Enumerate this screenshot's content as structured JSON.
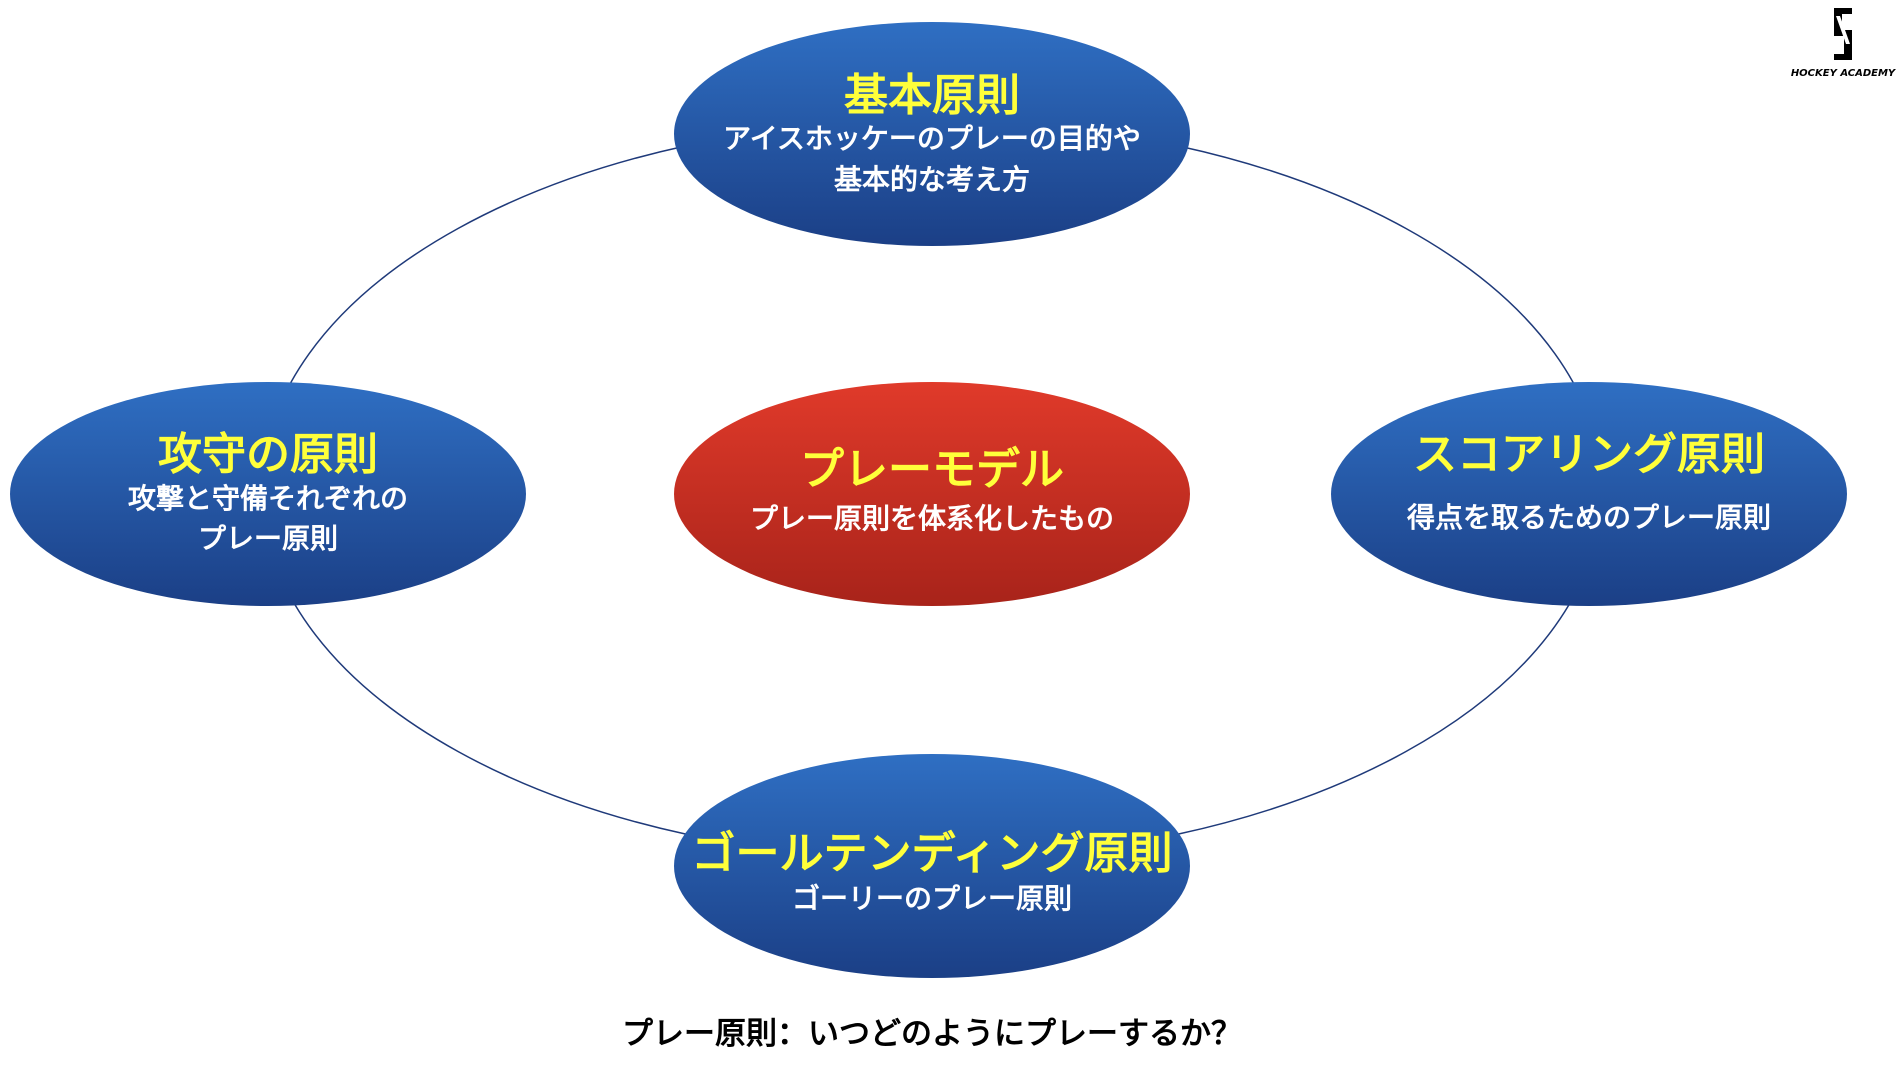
{
  "logo": {
    "text": "HOCKEY ACADEMY"
  },
  "colors": {
    "blue_light": "#2f6fc3",
    "blue_dark": "#1b3f86",
    "red_light": "#e03a2a",
    "red_dark": "#a8231a",
    "title_yellow": "#ffff3a",
    "cycle_line": "#1f3a7a"
  },
  "nodes": {
    "top": {
      "title": "基本原則",
      "desc_line1": "アイスホッケーのプレーの目的や",
      "desc_line2": "基本的な考え方"
    },
    "left": {
      "title": "攻守の原則",
      "desc_line1": "攻撃と守備それぞれの",
      "desc_line2": "プレー原則"
    },
    "center": {
      "title": "プレーモデル",
      "desc_line1": "プレー原則を体系化したもの"
    },
    "right": {
      "title": "スコアリング原則",
      "desc_line1": "得点を取るためのプレー原則"
    },
    "bottom": {
      "title": "ゴールテンディング原則",
      "desc_line1": "ゴーリーのプレー原則"
    }
  },
  "caption": "プレー原則：いつどのようにプレーするか？"
}
